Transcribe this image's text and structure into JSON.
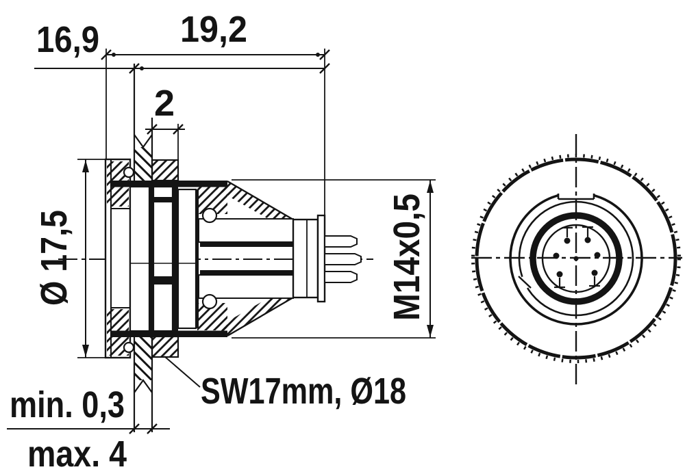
{
  "drawing": {
    "kind": "connector-dimensional-drawing",
    "colors": {
      "line": "#141414",
      "background": "#ffffff"
    },
    "labels": {
      "offset_length": "16,9",
      "total_length": "19,2",
      "nut_thickness": "2",
      "flange_diameter": "Ø 17,5",
      "thread": "M14x0,5",
      "wrench_note": "SW17mm, Ø18",
      "panel_min": "min. 0,3",
      "panel_max": "max. 4"
    }
  }
}
